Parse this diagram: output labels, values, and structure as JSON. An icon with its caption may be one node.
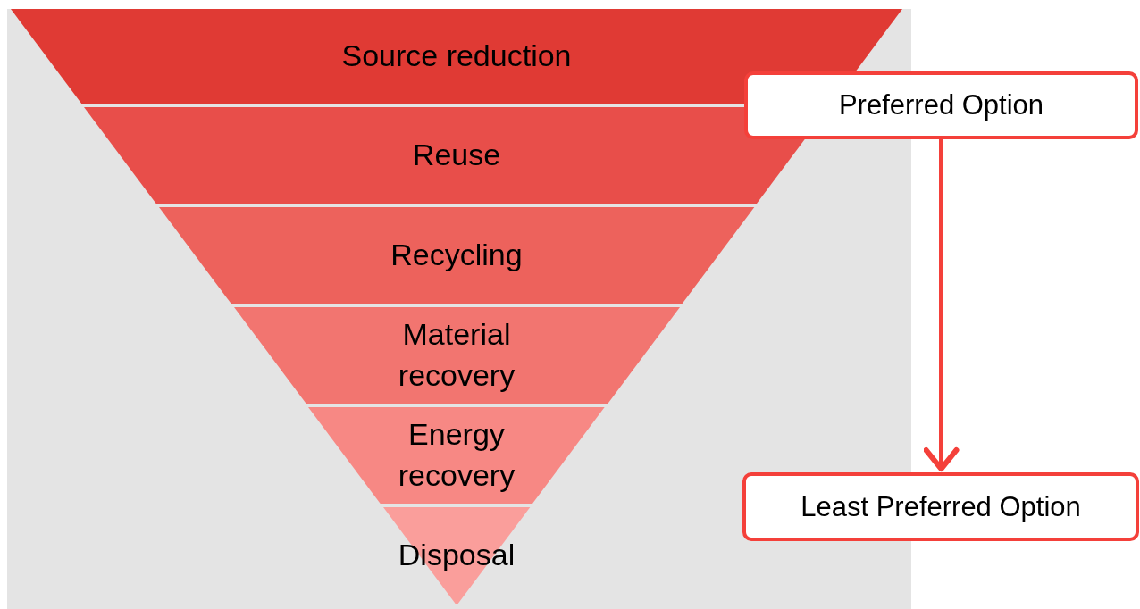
{
  "diagram": {
    "nodes": [
      {
        "text": [
          "Source reduction"
        ]
      },
      {
        "text": [
          "Reuse"
        ]
      },
      {
        "text": [
          "Recycling"
        ]
      },
      {
        "text": [
          "Material recovery"
        ]
      },
      {
        "text": [
          "Energy recovery"
        ]
      },
      {
        "text": [
          "Disposal"
        ]
      },
      {
        "text": [
          "Preferred Option"
        ]
      },
      {
        "text": [
          "Least Preferred Option"
        ]
      }
    ],
    "edges": [
      {
        "from": 6,
        "to": 7,
        "arrow": "to",
        "color": "#f4403a"
      }
    ]
  }
}
